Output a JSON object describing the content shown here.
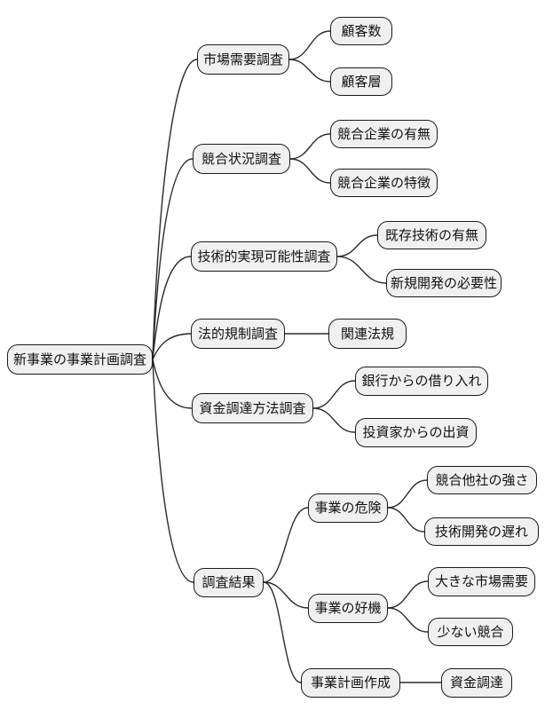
{
  "mindmap": {
    "root": {
      "label": "新事業の事業計画調査"
    },
    "branches": [
      {
        "label": "市場需要調査",
        "children": [
          {
            "label": "顧客数"
          },
          {
            "label": "顧客層"
          }
        ]
      },
      {
        "label": "競合状況調査",
        "children": [
          {
            "label": "競合企業の有無"
          },
          {
            "label": "競合企業の特徴"
          }
        ]
      },
      {
        "label": "技術的実現可能性調査",
        "children": [
          {
            "label": "既存技術の有無"
          },
          {
            "label": "新規開発の必要性"
          }
        ]
      },
      {
        "label": "法的規制調査",
        "children": [
          {
            "label": "関連法規"
          }
        ]
      },
      {
        "label": "資金調達方法調査",
        "children": [
          {
            "label": "銀行からの借り入れ"
          },
          {
            "label": "投資家からの出資"
          }
        ]
      },
      {
        "label": "調査結果",
        "children": [
          {
            "label": "事業の危険",
            "children": [
              {
                "label": "競合他社の強さ"
              },
              {
                "label": "技術開発の遅れ"
              }
            ]
          },
          {
            "label": "事業の好機",
            "children": [
              {
                "label": "大きな市場需要"
              },
              {
                "label": "少ない競合"
              }
            ]
          },
          {
            "label": "事業計画作成",
            "children": [
              {
                "label": "資金調達"
              }
            ]
          }
        ]
      }
    ],
    "colors": {
      "background": "#ffffff",
      "node_fill": "#f0f0f0",
      "node_border": "#1a1a1a",
      "edge": "#2b2b2b",
      "text": "#111111"
    }
  }
}
